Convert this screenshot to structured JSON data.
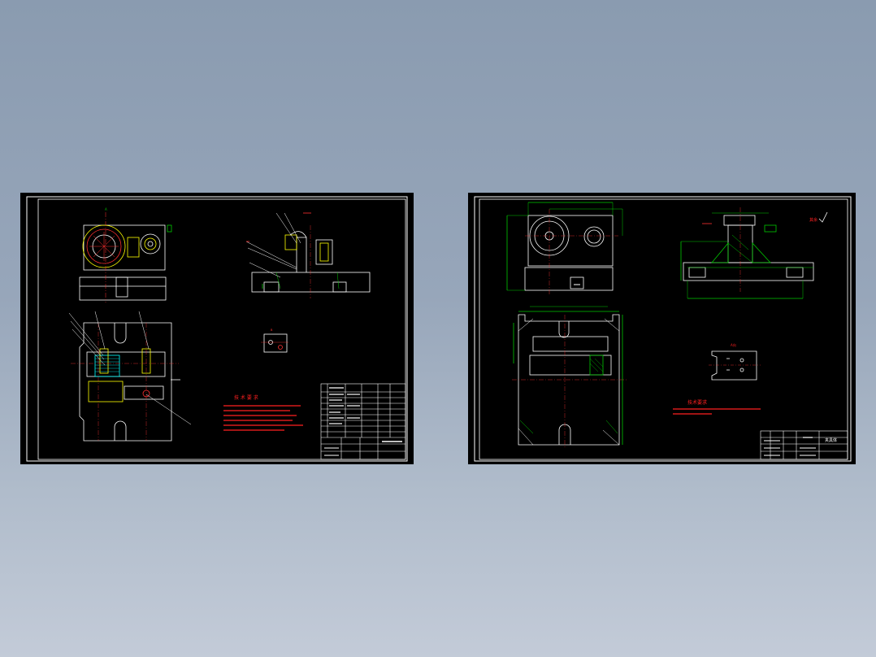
{
  "sheets": {
    "left": {
      "notes_title": "技 术 要 求",
      "right_mark": "A"
    },
    "right": {
      "notes_title": "技术要求",
      "view_label": "A向",
      "title_block_name": "夹具体",
      "roughness_mark": "其余"
    }
  },
  "colors": {
    "background_top": "#8a9bb0",
    "background_bottom": "#c3cbd8",
    "sheet": "#000000",
    "outline": "#ffffff",
    "dimension": "#00c800",
    "annotation": "#ff2020",
    "highlight": "#ffff00",
    "hatch": "#00ffff"
  }
}
